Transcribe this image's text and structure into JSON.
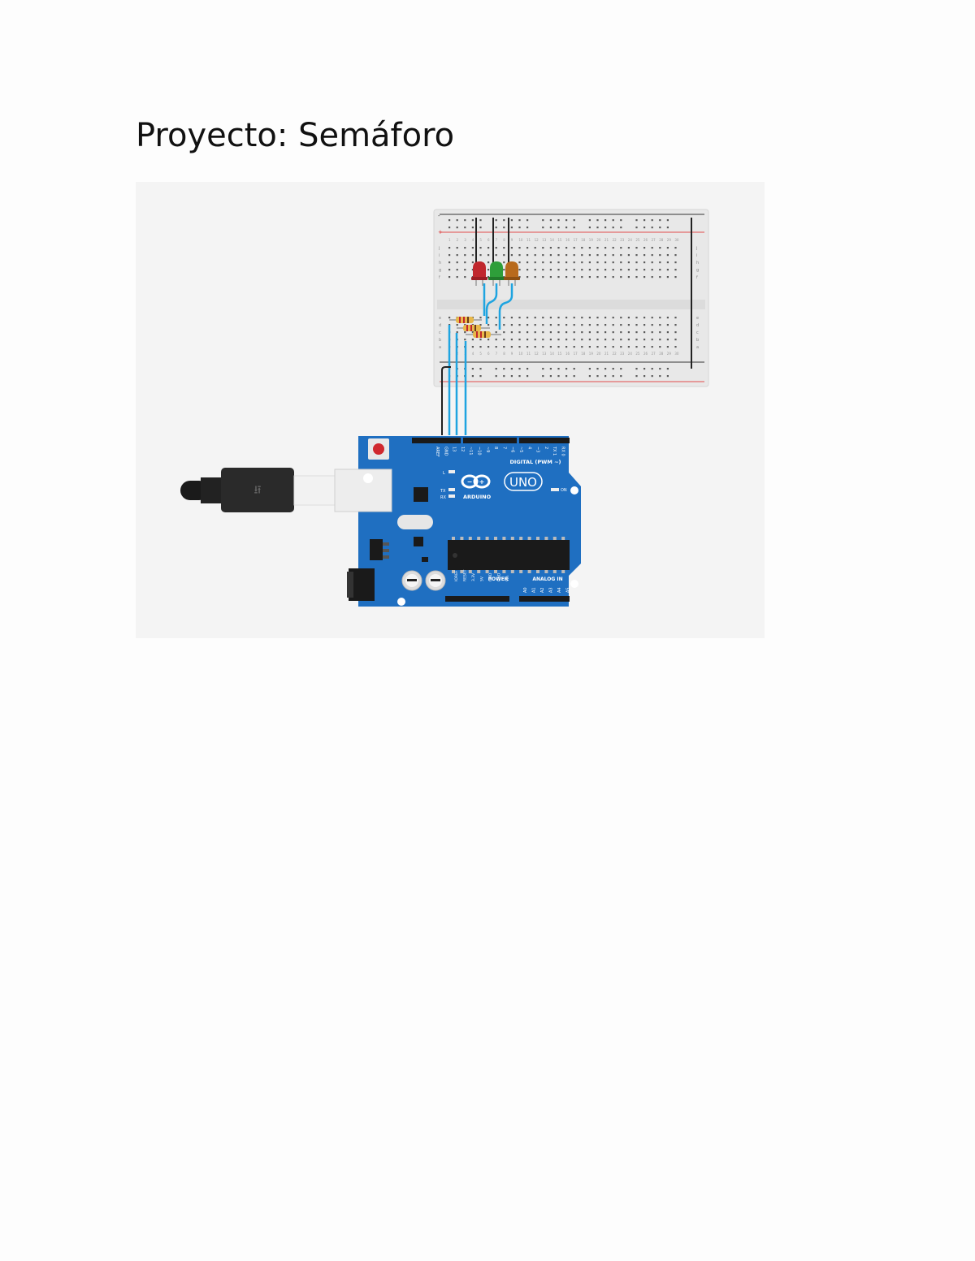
{
  "document": {
    "title": "Proyecto: Semáforo"
  },
  "breadboard": {
    "rail_labels": [
      "+",
      "-"
    ],
    "row_labels_top": [
      "j",
      "i",
      "h",
      "g",
      "f"
    ],
    "row_labels_bottom": [
      "e",
      "d",
      "c",
      "b",
      "a"
    ],
    "column_count": 30,
    "leds": [
      {
        "name": "red-led",
        "color": "#c0272d"
      },
      {
        "name": "green-led",
        "color": "#2e9e3a"
      },
      {
        "name": "amber-led",
        "color": "#b86a1c"
      }
    ],
    "resistor_count": 3,
    "wire_color": "#1fa4e0"
  },
  "arduino": {
    "brand": "ARDUINO",
    "model": "UNO",
    "digital_header_label": "DIGITAL (PWM ~)",
    "power_label": "POWER",
    "analog_label": "ANALOG IN",
    "on_label": "ON",
    "tx_label": "TX",
    "rx_label": "RX",
    "l_label": "L",
    "digital_pins": [
      "AREF",
      "GND",
      "13",
      "12",
      "~11",
      "~10",
      "~9",
      "8",
      "7",
      "~6",
      "~5",
      "4",
      "~3",
      "2",
      "TX 1",
      "RX 0"
    ],
    "power_pins": [
      "IOREF",
      "RESET",
      "3.3V",
      "5V",
      "GND",
      "GND",
      "Vin"
    ],
    "analog_pins": [
      "A0",
      "A1",
      "A2",
      "A3",
      "A4",
      "A5"
    ],
    "board_color": "#1f6fc1"
  }
}
